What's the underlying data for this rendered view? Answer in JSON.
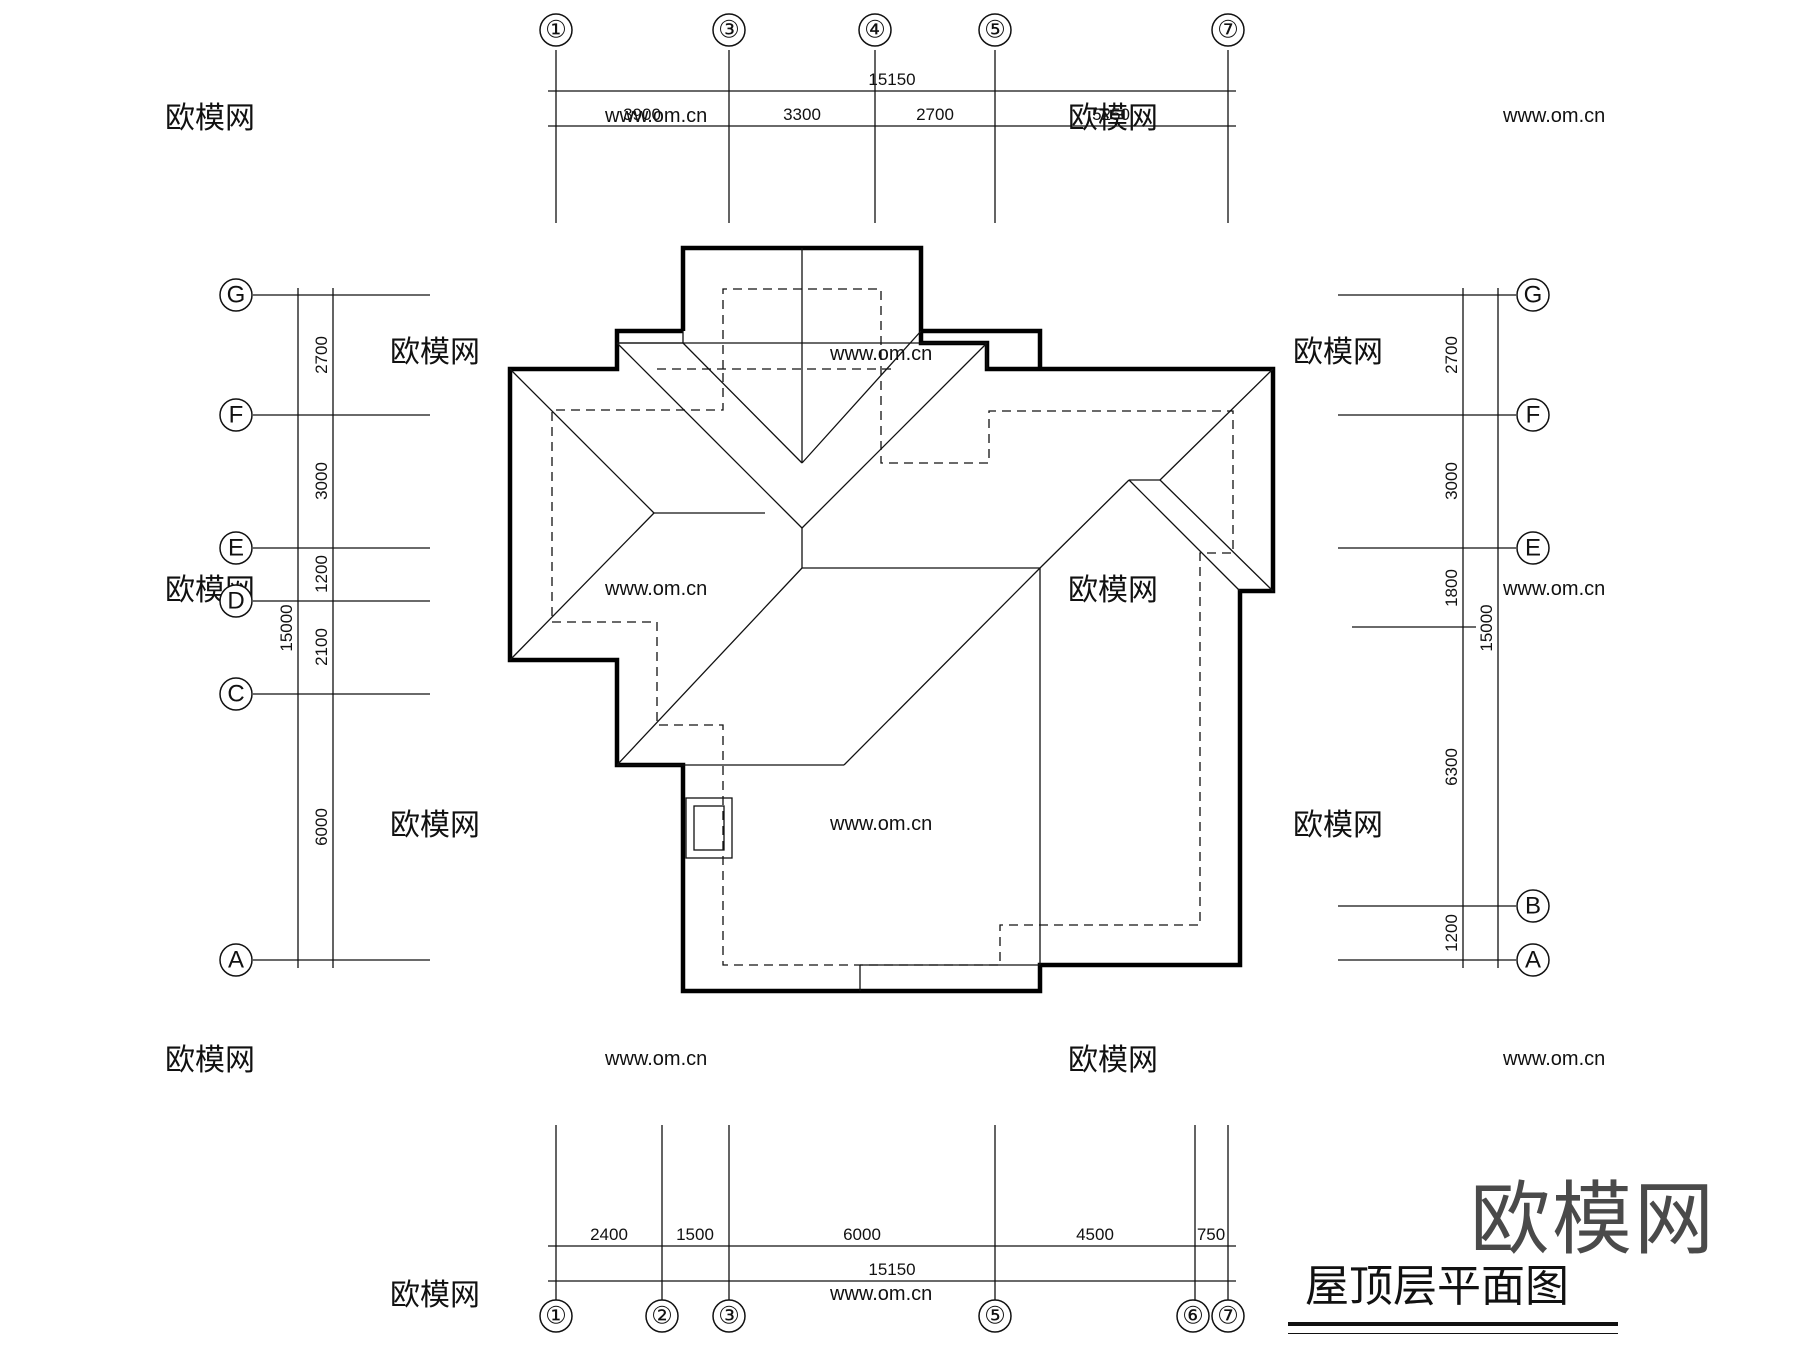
{
  "drawing_title": "屋顶层平面图",
  "logo_text": "欧模网",
  "watermark_text": "欧模网",
  "watermark_url": "www.om.cn",
  "grid_labels": {
    "top": [
      "①",
      "③",
      "④",
      "⑤",
      "⑦"
    ],
    "bottom": [
      "①",
      "②",
      "③",
      "⑤",
      "⑥",
      "⑦"
    ],
    "left": [
      "G",
      "F",
      "E",
      "D",
      "C",
      "A"
    ],
    "right": [
      "G",
      "F",
      "E",
      "B",
      "A"
    ]
  },
  "dimensions": {
    "top_total": "15150",
    "top_segments": [
      "3900",
      "3300",
      "2700",
      "5250"
    ],
    "bottom_total": "15150",
    "bottom_segments": [
      "2400",
      "1500",
      "6000",
      "4500",
      "750"
    ],
    "left_total": "15000",
    "left_segments": [
      "2700",
      "3000",
      "1200",
      "2100",
      "6000"
    ],
    "right_total": "15000",
    "right_segments": [
      "2700",
      "3000",
      "1800",
      "6300",
      "1200"
    ]
  }
}
